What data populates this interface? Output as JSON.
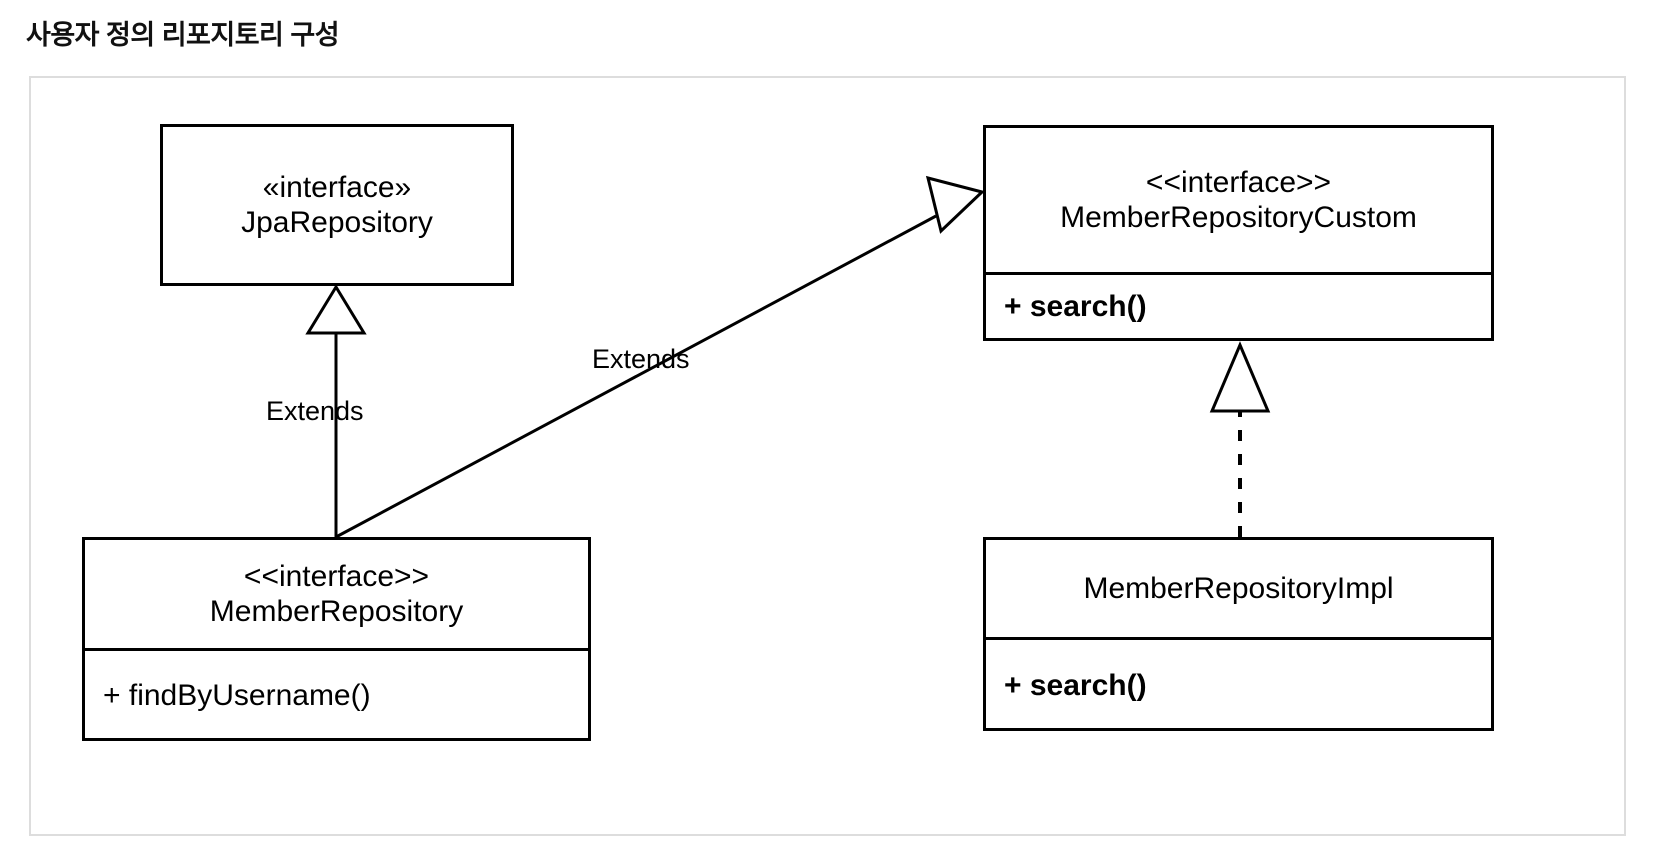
{
  "page": {
    "title": "사용자 정의 리포지토리 구성"
  },
  "diagram": {
    "type": "uml-class-diagram",
    "background_color": "#ffffff",
    "border_color": "#dddddd",
    "line_color": "#000000",
    "classes": [
      {
        "id": "jpa-repository",
        "stereotype": "«interface»",
        "name": "JpaRepository",
        "members": []
      },
      {
        "id": "member-repository-custom",
        "stereotype": "<<interface>>",
        "name": "MemberRepositoryCustom",
        "members": [
          "+ search()"
        ]
      },
      {
        "id": "member-repository",
        "stereotype": "<<interface>>",
        "name": "MemberRepository",
        "members": [
          "+ findByUsername()"
        ]
      },
      {
        "id": "member-repository-impl",
        "stereotype": "",
        "name": "MemberRepositoryImpl",
        "members": [
          "+ search()"
        ]
      }
    ],
    "relationships": [
      {
        "id": "rel-member-to-jpa",
        "kind": "generalization",
        "line": "solid",
        "arrow": "hollow-triangle",
        "from": "MemberRepository",
        "to": "JpaRepository",
        "label": "Extends"
      },
      {
        "id": "rel-member-to-custom",
        "kind": "generalization",
        "line": "solid",
        "arrow": "hollow-triangle",
        "from": "MemberRepository",
        "to": "MemberRepositoryCustom",
        "label": "Extends"
      },
      {
        "id": "rel-impl-to-custom",
        "kind": "realization",
        "line": "dashed",
        "arrow": "hollow-triangle",
        "from": "MemberRepositoryImpl",
        "to": "MemberRepositoryCustom",
        "label": ""
      }
    ]
  }
}
